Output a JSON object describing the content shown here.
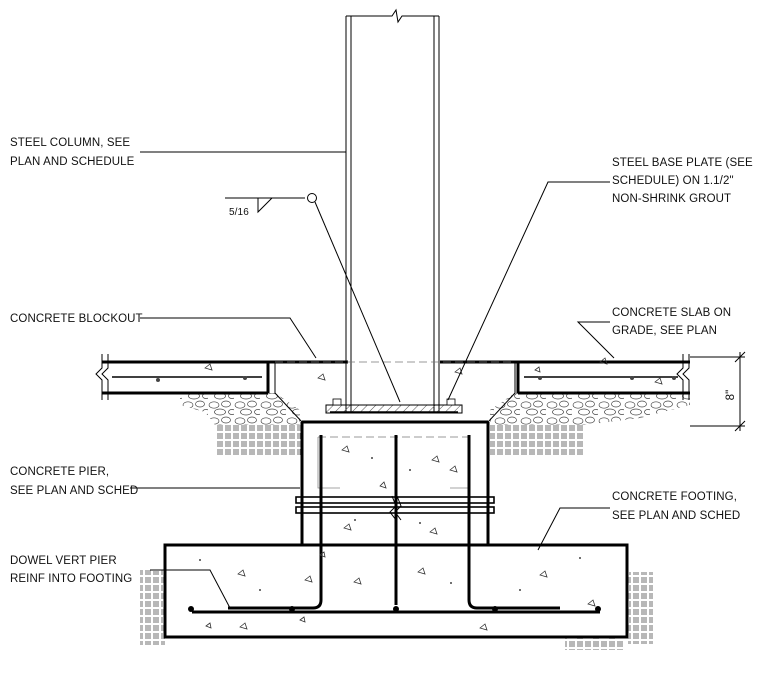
{
  "labels": {
    "steel_column": [
      "STEEL COLUMN, SEE",
      "PLAN AND SCHEDULE"
    ],
    "weld_size": "5/16",
    "base_plate": [
      "STEEL BASE PLATE (SEE",
      "SCHEDULE) ON 1.1/2\"",
      "NON-SHRINK GROUT"
    ],
    "blockout": [
      "CONCRETE BLOCKOUT"
    ],
    "slab": [
      "CONCRETE SLAB ON",
      "GRADE, SEE PLAN"
    ],
    "slab_thickness": "8\"",
    "pier": [
      "CONCRETE PIER,",
      "SEE PLAN AND SCHED"
    ],
    "footing": [
      "CONCRETE FOOTING,",
      "SEE PLAN AND SCHED"
    ],
    "dowel": [
      "DOWEL VERT PIER",
      "REINF INTO FOOTING"
    ]
  }
}
